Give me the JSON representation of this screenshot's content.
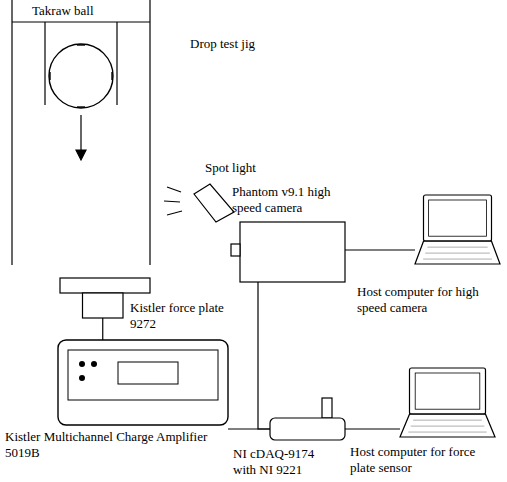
{
  "diagram": {
    "nodes": [
      {
        "text": [
          "Takraw ball"
        ]
      },
      {
        "text": [
          "Spot light"
        ]
      },
      {
        "text": [
          "Phantom v9.1 high speed camera"
        ]
      },
      {
        "text": [
          "Host computer for high speed camera"
        ]
      },
      {
        "text": [
          "Kistler force plate 9272"
        ]
      },
      {
        "text": [
          "Kistler Multichannel Charge Amplifier 5019B"
        ]
      },
      {
        "text": [
          "NI cDAQ-9174 with NI 9221"
        ]
      },
      {
        "text": [
          "Host computer for force plate sensor"
        ]
      }
    ],
    "edges": [
      {
        "from": 4,
        "to": 5,
        "arrow": "none"
      },
      {
        "from": 2,
        "to": 3,
        "arrow": "none"
      },
      {
        "from": 5,
        "to": 6,
        "arrow": "none"
      },
      {
        "from": 2,
        "to": 6,
        "arrow": "none"
      },
      {
        "from": 6,
        "to": 7,
        "arrow": "none"
      }
    ],
    "labels": [
      "Drop test jig"
    ]
  }
}
